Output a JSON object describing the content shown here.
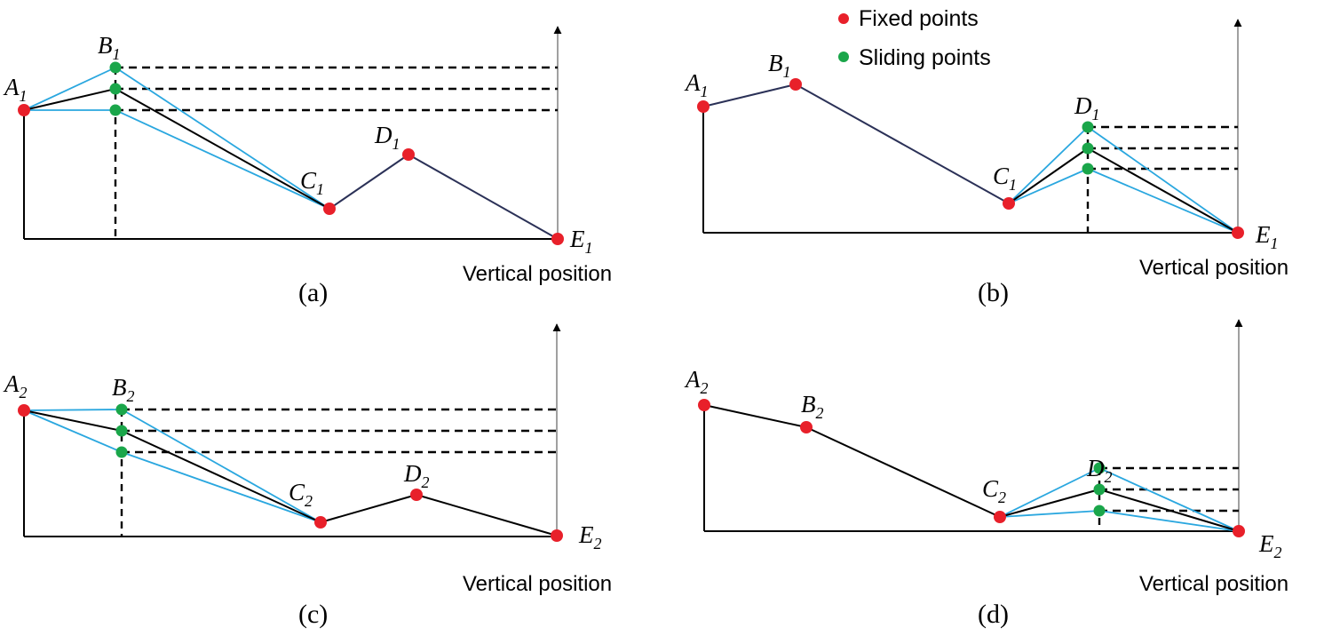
{
  "legend": {
    "fixed_label": "Fixed points",
    "sliding_label": "Sliding points",
    "fixed_color": "#e8202a",
    "sliding_color": "#1aa64a"
  },
  "colors": {
    "path": "#000000",
    "path_navy": "#2b3157",
    "variant": "#2aa7df",
    "axis": "#888888"
  },
  "axis_title": "Vertical position",
  "panels": [
    {
      "caption": "(a)",
      "points": [
        {
          "letter": "A",
          "sub": "1"
        },
        {
          "letter": "B",
          "sub": "1"
        },
        {
          "letter": "C",
          "sub": "1"
        },
        {
          "letter": "D",
          "sub": "1"
        },
        {
          "letter": "E",
          "sub": "1"
        }
      ],
      "sliding_point": "B"
    },
    {
      "caption": "(b)",
      "points": [
        {
          "letter": "A",
          "sub": "1"
        },
        {
          "letter": "B",
          "sub": "1"
        },
        {
          "letter": "C",
          "sub": "1"
        },
        {
          "letter": "D",
          "sub": "1"
        },
        {
          "letter": "E",
          "sub": "1"
        }
      ],
      "sliding_point": "D"
    },
    {
      "caption": "(c)",
      "points": [
        {
          "letter": "A",
          "sub": "2"
        },
        {
          "letter": "B",
          "sub": "2"
        },
        {
          "letter": "C",
          "sub": "2"
        },
        {
          "letter": "D",
          "sub": "2"
        },
        {
          "letter": "E",
          "sub": "2"
        }
      ],
      "sliding_point": "B"
    },
    {
      "caption": "(d)",
      "points": [
        {
          "letter": "A",
          "sub": "2"
        },
        {
          "letter": "B",
          "sub": "2"
        },
        {
          "letter": "C",
          "sub": "2"
        },
        {
          "letter": "D",
          "sub": "2"
        },
        {
          "letter": "E",
          "sub": "2"
        }
      ],
      "sliding_point": "D"
    }
  ]
}
